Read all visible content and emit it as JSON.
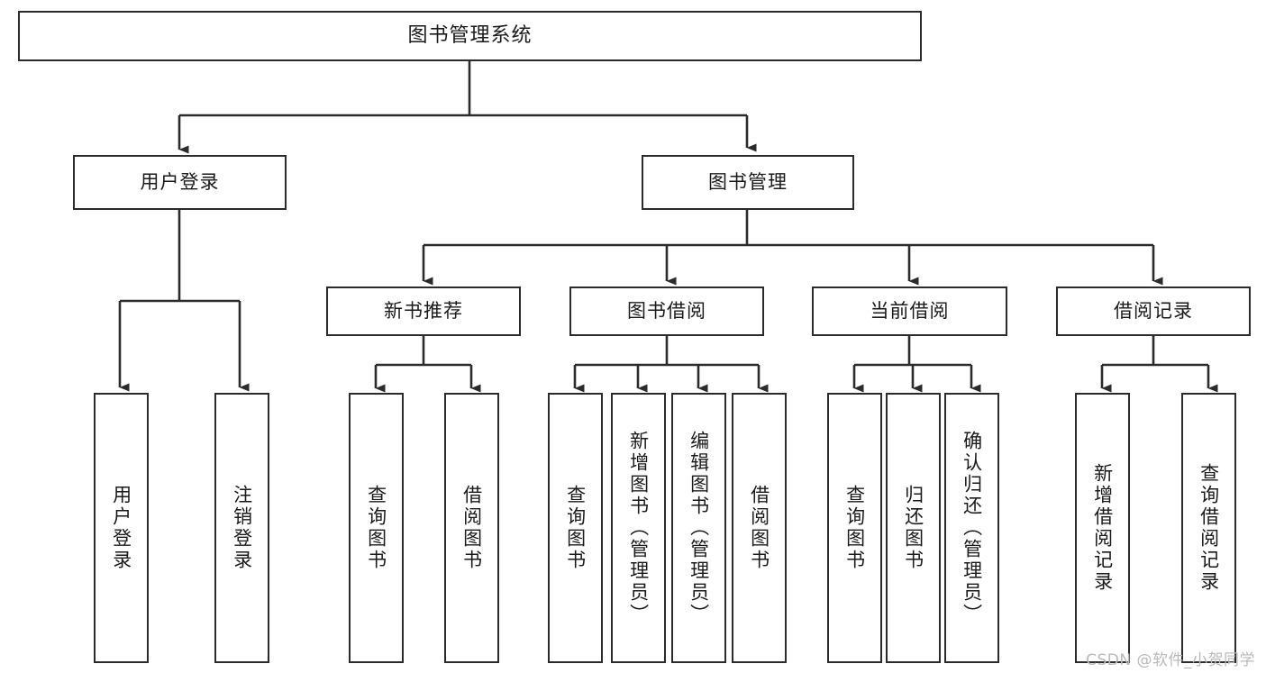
{
  "diagram": {
    "title": "图书管理系统",
    "type": "tree",
    "colors": {
      "box_border": "#2b2b2b",
      "box_fill": "#ffffff",
      "connector": "#2b2b2b",
      "text": "#1a1a1a",
      "watermark": "#b9b9b9",
      "background": "#ffffff"
    },
    "watermark": "CSDN @软件_小贺同学",
    "root": {
      "label": "图书管理系统"
    },
    "level2": [
      {
        "label": "用户登录"
      },
      {
        "label": "图书管理"
      }
    ],
    "level3": [
      {
        "label": "新书推荐"
      },
      {
        "label": "图书借阅"
      },
      {
        "label": "当前借阅"
      },
      {
        "label": "借阅记录"
      }
    ],
    "leaves": {
      "user_login": [
        {
          "label": "用户登录"
        },
        {
          "label": "注销登录"
        }
      ],
      "new_book_recommend": [
        {
          "label": "查询图书"
        },
        {
          "label": "借阅图书"
        }
      ],
      "book_borrow": [
        {
          "label": "查询图书"
        },
        {
          "label": "新增图书（管理员）"
        },
        {
          "label": "编辑图书（管理员）"
        },
        {
          "label": "借阅图书"
        }
      ],
      "current_borrow": [
        {
          "label": "查询图书"
        },
        {
          "label": "归还图书"
        },
        {
          "label": "确认归还（管理员）"
        }
      ],
      "borrow_record": [
        {
          "label": "新增借阅记录"
        },
        {
          "label": "查询借阅记录"
        }
      ]
    }
  }
}
